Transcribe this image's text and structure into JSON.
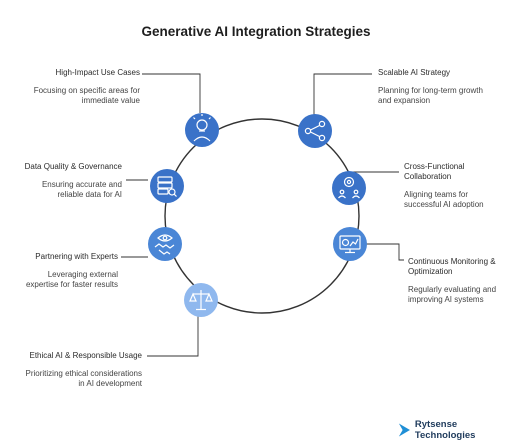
{
  "title": "Generative AI Integration Strategies",
  "strategies": [
    {
      "heading": "High-Impact Use Cases",
      "description": "Focusing on specific areas for immediate value",
      "icon": "lightbulb-person-icon",
      "color": "#3a72c8"
    },
    {
      "heading": "Scalable AI Strategy",
      "description": "Planning for long-term growth and expansion",
      "icon": "network-share-icon",
      "color": "#3a72c8"
    },
    {
      "heading": "Cross-Functional Collaboration",
      "description": "Aligning teams for successful AI adoption",
      "icon": "team-gear-icon",
      "color": "#3a72c8"
    },
    {
      "heading": "Continuous Monitoring & Optimization",
      "description": "Regularly evaluating and improving AI systems",
      "icon": "monitor-chart-icon",
      "color": "#4a86d6"
    },
    {
      "heading": "Ethical AI & Responsible Usage",
      "description": "Prioritizing ethical considerations in AI development",
      "icon": "balance-scale-icon",
      "color": "#8fb8ee"
    },
    {
      "heading": "Partnering with Experts",
      "description": "Leveraging external expertise for faster results",
      "icon": "handshake-icon",
      "color": "#4a86d6"
    },
    {
      "heading": "Data Quality & Governance",
      "description": "Ensuring accurate and reliable data for AI",
      "icon": "database-search-icon",
      "color": "#3a72c8"
    }
  ],
  "brand": {
    "name": "Rytsense Technologies",
    "icon": "rytsense-logo-icon",
    "color": "#1f8fd6"
  },
  "colors": {
    "ring": "#333333",
    "connector": "#333333"
  }
}
